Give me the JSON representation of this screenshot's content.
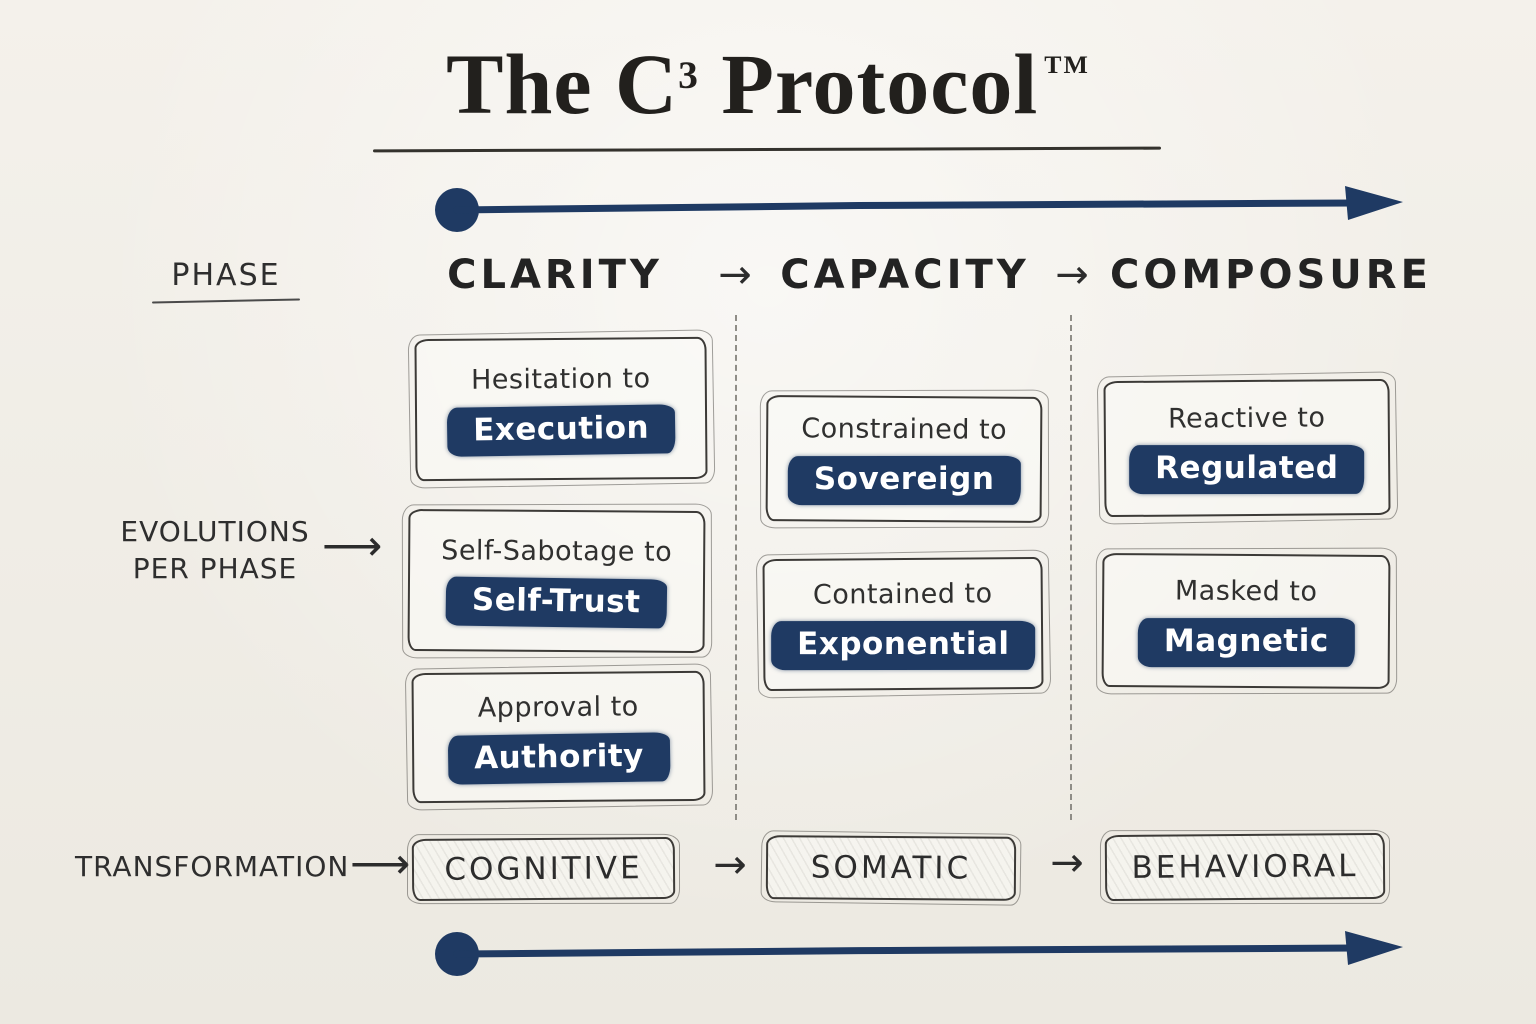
{
  "title": {
    "prefix": "The C",
    "sup": "3",
    "rest": " Protocol",
    "tm": "TM"
  },
  "row_labels": {
    "phase": "PHASE",
    "evolutions_line1": "EVOLUTIONS",
    "evolutions_line2": "PER PHASE",
    "transformation": "TRANSFORMATION"
  },
  "glyphs": {
    "arrow_short": "→",
    "arrow_long": "⟶"
  },
  "phases": [
    {
      "name": "CLARITY",
      "transformation": "COGNITIVE",
      "evolutions": [
        {
          "from": "Hesitation to",
          "to": "Execution"
        },
        {
          "from": "Self-Sabotage to",
          "to": "Self-Trust"
        },
        {
          "from": "Approval to",
          "to": "Authority"
        }
      ]
    },
    {
      "name": "CAPACITY",
      "transformation": "SOMATIC",
      "evolutions": [
        {
          "from": "Constrained to",
          "to": "Sovereign"
        },
        {
          "from": "Contained to",
          "to": "Exponential"
        }
      ]
    },
    {
      "name": "COMPOSURE",
      "transformation": "BEHAVIORAL",
      "evolutions": [
        {
          "from": "Reactive to",
          "to": "Regulated"
        },
        {
          "from": "Masked to",
          "to": "Magnetic"
        }
      ]
    }
  ],
  "colors": {
    "navy": "#1f3a63",
    "ink": "#2b2b2b",
    "paper": "#f2efe8"
  }
}
